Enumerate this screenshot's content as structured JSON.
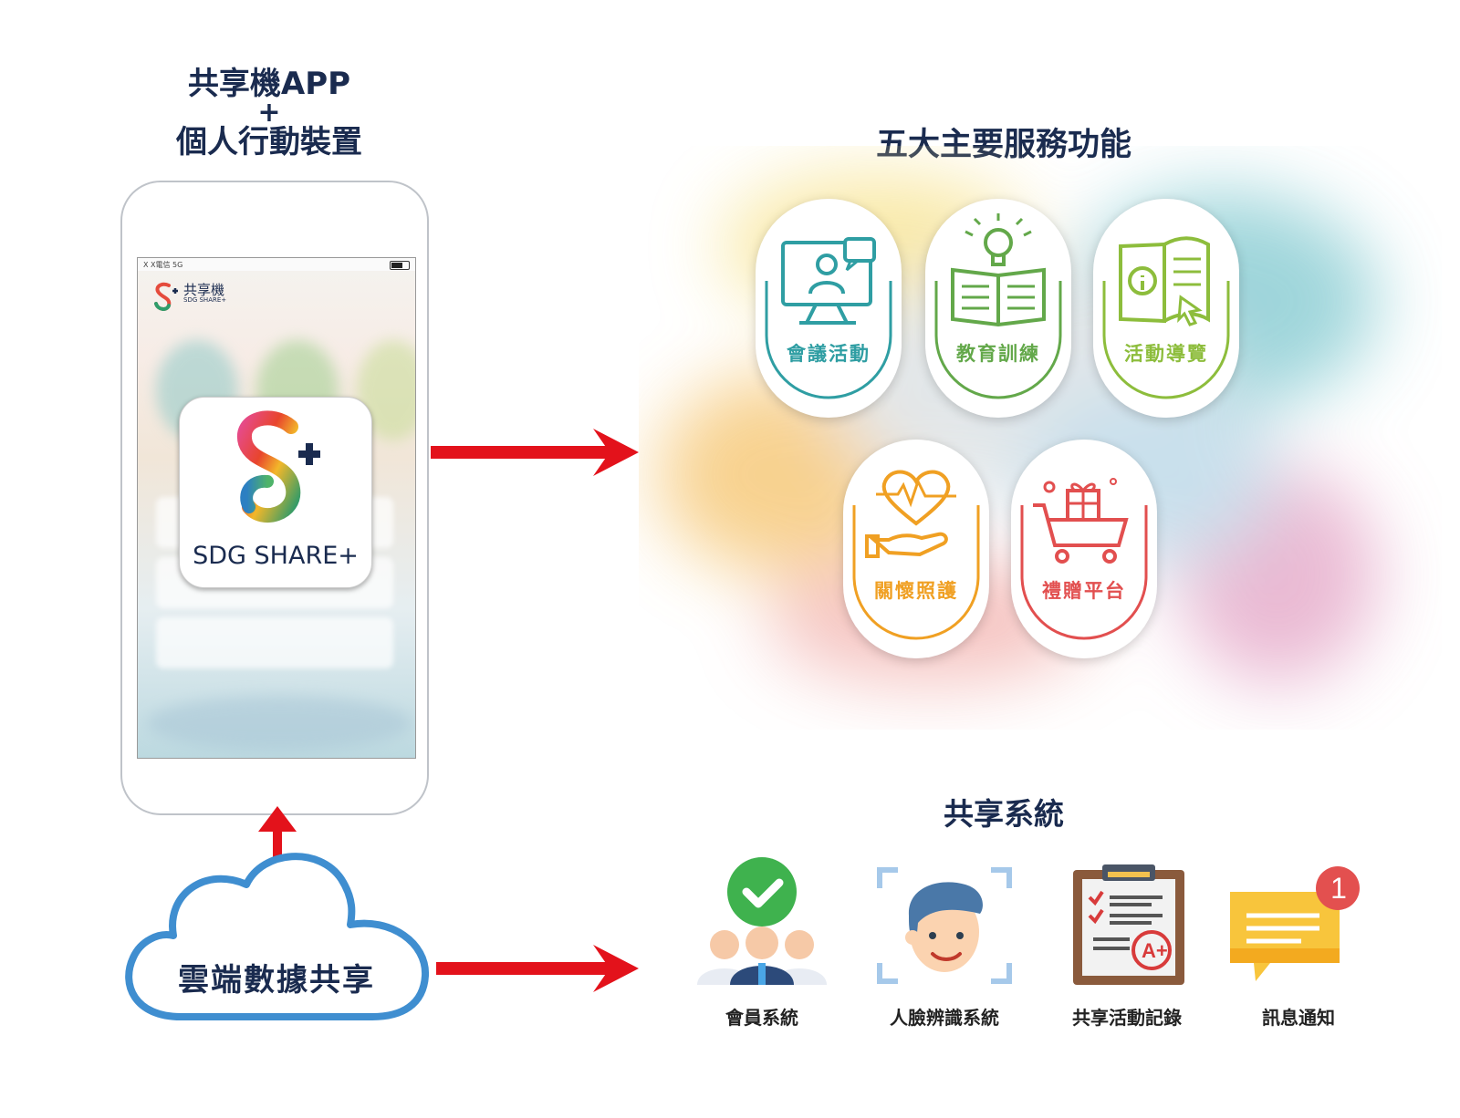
{
  "left": {
    "app_heading_line1": "共享機APP",
    "app_heading_plus": "+",
    "app_heading_line2": "個人行動裝置",
    "phone_status_carrier": "X X電信  5G",
    "phone_logo_text": "共享機",
    "phone_logo_sub": "SDG SHARE+",
    "app_icon_label": "SDG SHARE+",
    "cloud_label": "雲端數據共享"
  },
  "services": {
    "heading": "五大主要服務功能",
    "items": [
      {
        "label": "會議活動",
        "color": "#2f9ea3"
      },
      {
        "label": "教育訓練",
        "color": "#63a84a"
      },
      {
        "label": "活動導覽",
        "color": "#8dbd3c"
      },
      {
        "label": "關懷照護",
        "color": "#f0a023"
      },
      {
        "label": "禮贈平台",
        "color": "#e24f4f"
      }
    ]
  },
  "shared": {
    "heading": "共享系統",
    "items": [
      {
        "label": "會員系統",
        "icon": "members-check-icon"
      },
      {
        "label": "人臉辨識系統",
        "icon": "face-recognition-icon"
      },
      {
        "label": "共享活動記錄",
        "icon": "clipboard-record-icon"
      },
      {
        "label": "訊息通知",
        "icon": "message-notification-icon"
      }
    ],
    "notification_badge": "1"
  },
  "colors": {
    "arrow": "#e3121b",
    "heading": "#1a2b4f",
    "cloud_stroke": "#3f8ed0"
  }
}
